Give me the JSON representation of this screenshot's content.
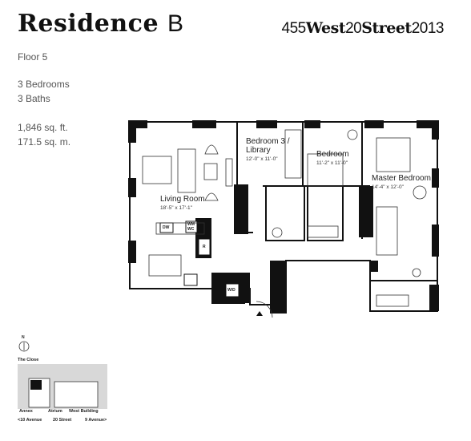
{
  "header": {
    "residence_word": "Residence",
    "residence_letter": "B",
    "address_num1": "455",
    "address_word1": "West",
    "address_num2": "20",
    "address_word2": "Street",
    "address_num3": "2013"
  },
  "unit": {
    "floor": "Floor 5",
    "bedrooms": "3 Bedrooms",
    "baths": "3 Baths",
    "area_sqft": "1,846 sq. ft.",
    "area_sqm": "171.5 sq. m."
  },
  "rooms": {
    "living": {
      "name": "Living Room",
      "dims": "18'-5\" x 17'-1\""
    },
    "bedroom3": {
      "name": "Bedroom 3 /",
      "name2": "Library",
      "dims": "12'-0\" x 11'-0\""
    },
    "bedroom": {
      "name": "Bedroom",
      "dims": "11'-2\" x 11'-0\""
    },
    "master": {
      "name": "Master Bedroom",
      "dims": "14'-4\" x 12'-0\""
    }
  },
  "appliances": {
    "dw": "DW",
    "wm": "WM",
    "wm2": "WC",
    "r": "R",
    "wd": "W/D"
  },
  "keyplan": {
    "north": "N",
    "close": "The Close",
    "annex": "Annex",
    "atrium": "Atrium",
    "west_building": "West Building",
    "avenue10": "<10 Avenue",
    "street20": "20 Street",
    "avenue9": "9 Avenue>"
  }
}
